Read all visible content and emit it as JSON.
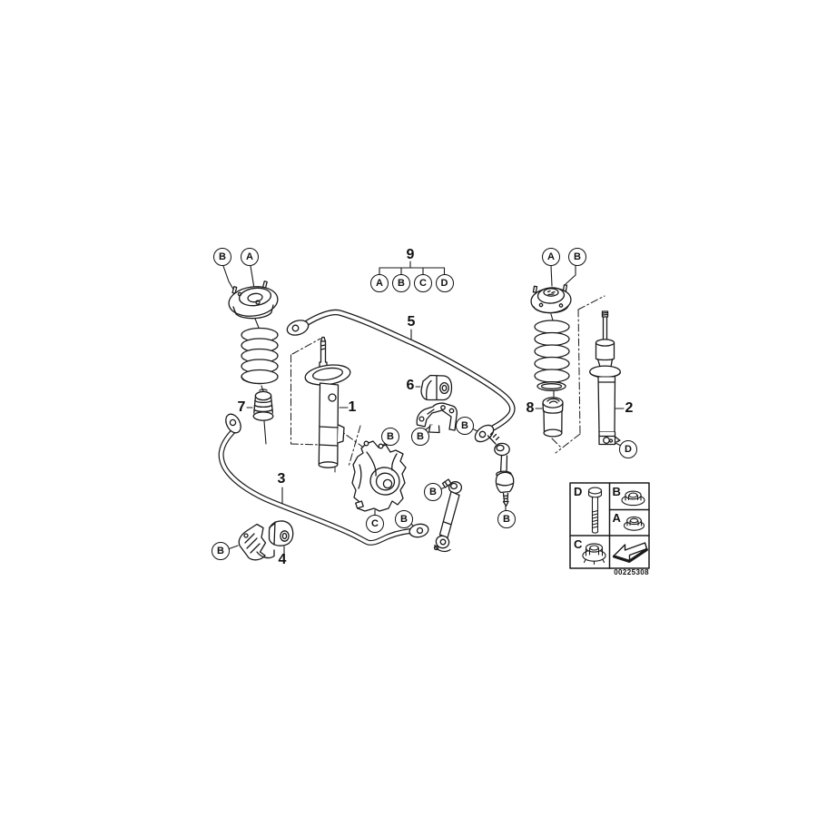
{
  "figure": {
    "doc_number": "00225308",
    "callouts": {
      "front_mount_b": "B",
      "front_mount_a": "A",
      "rear_mount_a": "A",
      "rear_mount_b": "B",
      "knuckle_top_b": "B",
      "stabilizer_bracket_b": "B",
      "rear_bar_eye_b": "B",
      "front_link_pin_b": "B",
      "knuckle_c": "C",
      "front_bar_eye_b": "B",
      "rear_link_stud_b": "B",
      "shock_bolt_d": "D",
      "front_clamp_b": "B"
    },
    "fastener_group": {
      "number": "9",
      "items": [
        "A",
        "B",
        "C",
        "D"
      ]
    },
    "part_numbers": {
      "front_strut": "1",
      "rear_shock": "2",
      "front_stabilizer_bar": "3",
      "front_stabilizer_bushing": "4",
      "rear_stabilizer_bar": "5",
      "rear_stabilizer_bushing": "6",
      "front_bump_stop": "7",
      "rear_bump_stop": "8"
    },
    "legend": {
      "bolt_d": "D",
      "flange_nut_b": "B",
      "lock_nut_a": "A",
      "collar_nut_c": "C"
    }
  }
}
